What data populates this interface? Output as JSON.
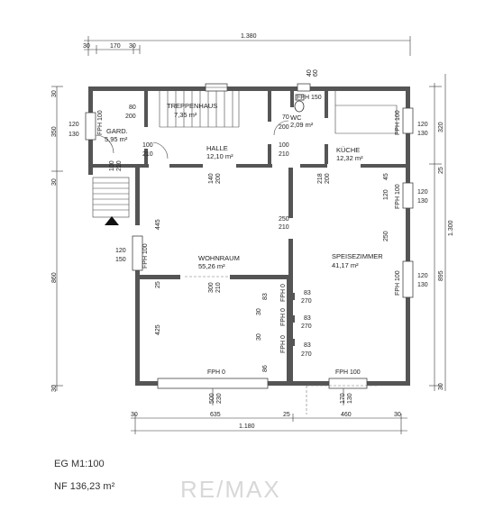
{
  "caption": {
    "scale": "EG M1:100",
    "area": "NF 136,23 m²"
  },
  "watermark": "RE/MAX",
  "rooms": {
    "treppenhaus": {
      "name": "TREPPENHAUS",
      "area": "7,35 m²"
    },
    "wc": {
      "name": "WC",
      "area": "2,09 m²"
    },
    "gard": {
      "name": "GARD.",
      "area": "5,95 m²"
    },
    "halle": {
      "name": "HALLE",
      "area": "12,10 m²"
    },
    "kueche": {
      "name": "KÜCHE",
      "area": "12,32 m²"
    },
    "wohnraum": {
      "name": "WOHNRAUM",
      "area": "55,26 m²"
    },
    "speisezimmer": {
      "name": "SPEISEZIMMER",
      "area": "41,17 m²"
    }
  },
  "dims": {
    "top_total": "1.380",
    "top_a": "30",
    "top_b": "170",
    "top_c": "30",
    "bottom_total": "1.180",
    "bottom_a": "30",
    "bottom_b": "635",
    "bottom_c": "25",
    "bottom_d": "460",
    "bottom_e": "30",
    "right_total": "1.300",
    "right_a": "320",
    "right_b": "25",
    "right_c": "895",
    "right_d": "30",
    "left_a": "30",
    "left_b": "350",
    "left_c": "30",
    "left_d": "860",
    "left_e": "30",
    "chimney_a": "40",
    "chimney_b": "60"
  },
  "labels": {
    "l80": "80",
    "l200a": "200",
    "l70": "70",
    "l200b": "200",
    "fph150": "FPH 150",
    "l120a": "120",
    "l130a": "130",
    "fph100a": "FPH 100",
    "l100a": "100",
    "l210a": "210",
    "l100b": "100",
    "l210b": "210",
    "l100c": "100",
    "l210c": "210",
    "l140": "140",
    "l200c": "200",
    "l218": "218",
    "l200d": "200",
    "l45": "45",
    "l120b": "120",
    "fph100b": "FPH 100",
    "l120c": "120",
    "l130b": "130",
    "fph100c": "FPH 100",
    "l120d": "120",
    "l130c": "130",
    "l445": "445",
    "l250a": "250",
    "l210d": "210",
    "l250b": "250",
    "l120e": "120",
    "l150": "150",
    "fph100d": "FPH 100",
    "l860": "860",
    "l25a": "25",
    "l300": "300",
    "l210e": "210",
    "l83a": "83",
    "l83b": "83",
    "l83c": "83",
    "l83d": "83",
    "l270a": "270",
    "l270b": "270",
    "l270c": "270",
    "fph0a": "FPH 0",
    "fph0b": "FPH 0",
    "fph0c": "FPH 0",
    "l30a": "30",
    "l30b": "30",
    "l425": "425",
    "l86": "86",
    "fph100e": "FPH 100",
    "l120f": "120",
    "l130d": "130",
    "fph0d": "FPH 0",
    "fph100f": "FPH 100",
    "l500": "500",
    "l230": "230",
    "l170": "170",
    "l130e": "130",
    "l320": "320",
    "l25b": "25"
  }
}
